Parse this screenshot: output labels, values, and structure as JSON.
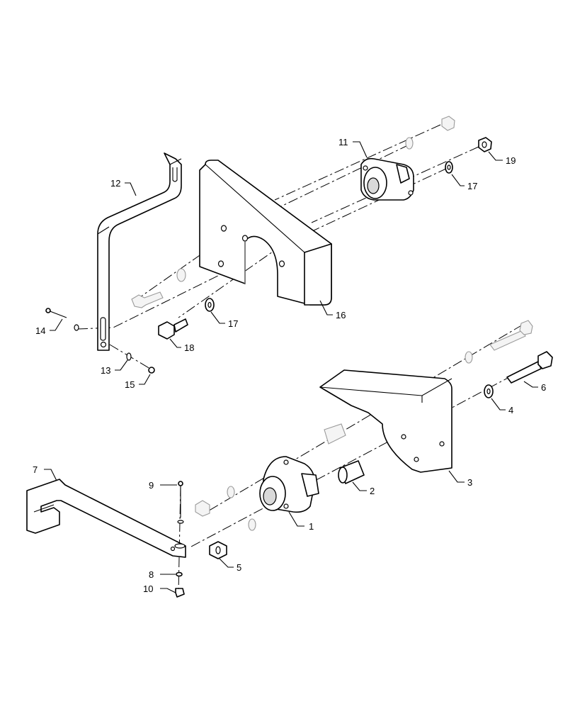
{
  "diagram": {
    "callouts": [
      {
        "id": "c1",
        "text": "1"
      },
      {
        "id": "c2",
        "text": "2"
      },
      {
        "id": "c3",
        "text": "3"
      },
      {
        "id": "c4",
        "text": "4"
      },
      {
        "id": "c5",
        "text": "5"
      },
      {
        "id": "c6",
        "text": "6"
      },
      {
        "id": "c7",
        "text": "7"
      },
      {
        "id": "c8",
        "text": "8"
      },
      {
        "id": "c9",
        "text": "9"
      },
      {
        "id": "c10",
        "text": "10"
      },
      {
        "id": "c11",
        "text": "11"
      },
      {
        "id": "c12",
        "text": "12"
      },
      {
        "id": "c13",
        "text": "13"
      },
      {
        "id": "c14",
        "text": "14"
      },
      {
        "id": "c15",
        "text": "15"
      },
      {
        "id": "c16",
        "text": "16"
      },
      {
        "id": "c17a",
        "text": "17"
      },
      {
        "id": "c17b",
        "text": "17"
      },
      {
        "id": "c18",
        "text": "18"
      },
      {
        "id": "c19",
        "text": "19"
      }
    ]
  }
}
